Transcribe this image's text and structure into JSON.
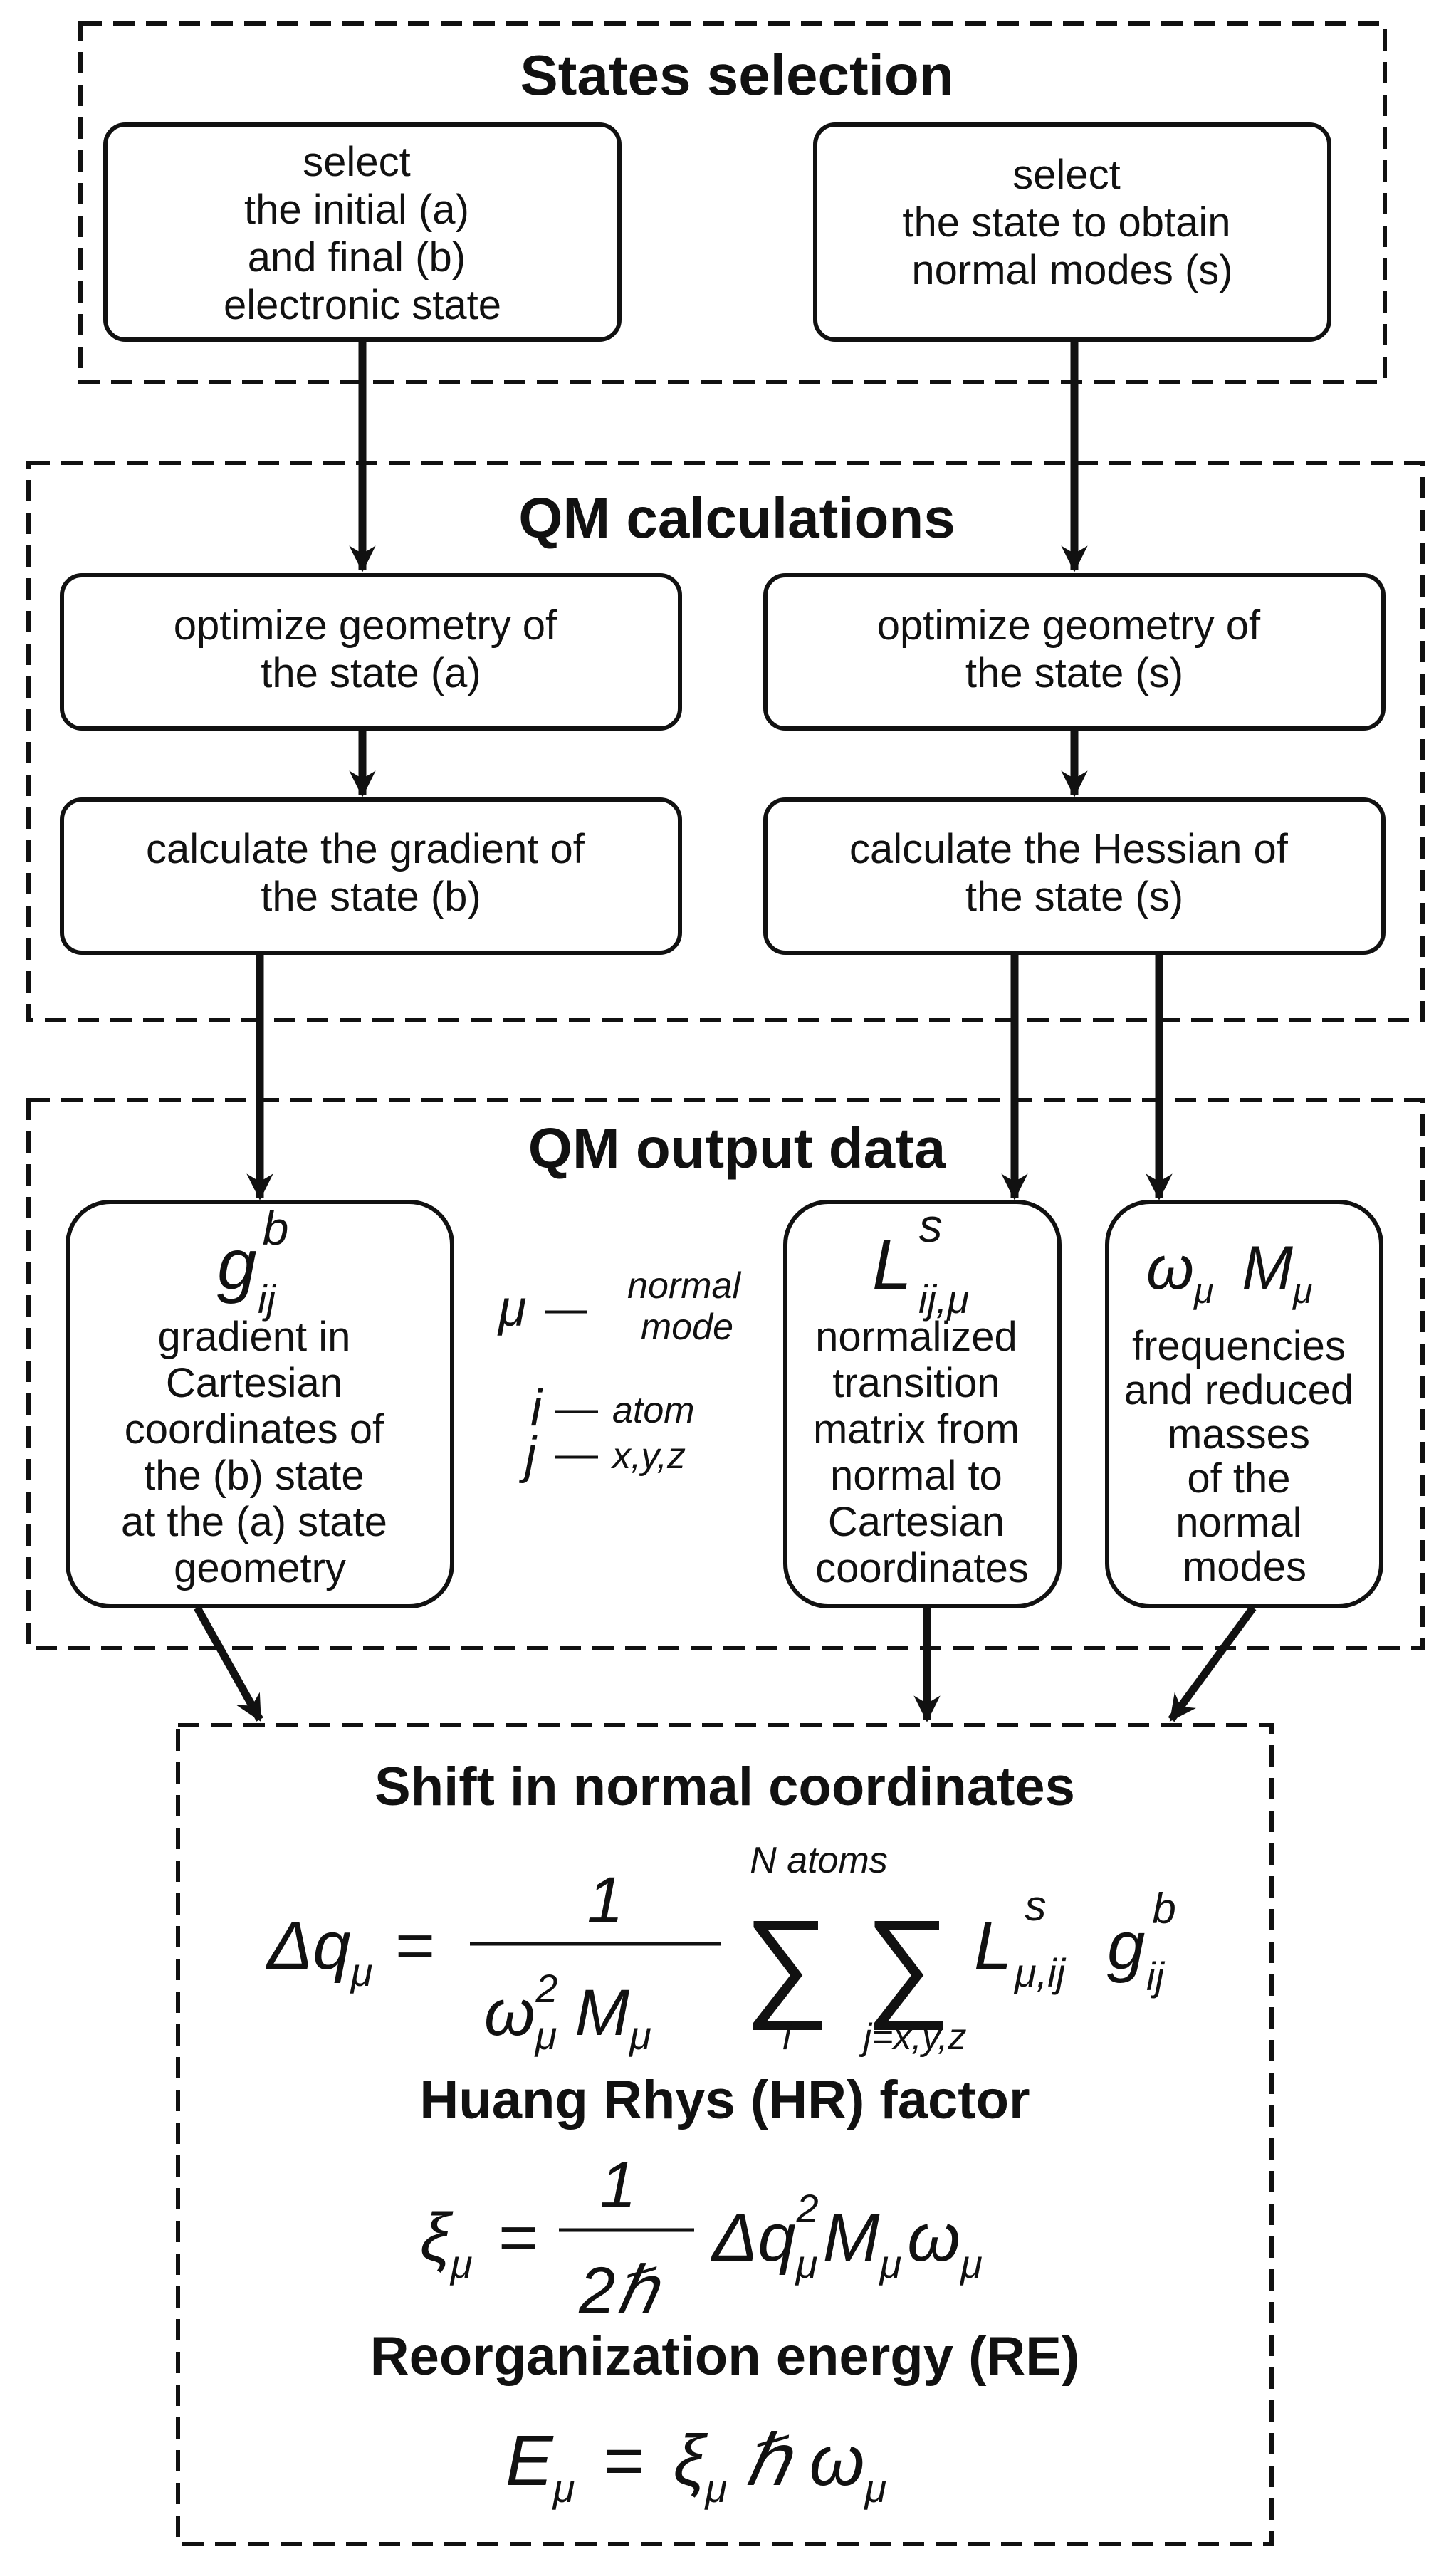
{
  "sections": {
    "states_selection": "States selection",
    "qm_calculations": "QM calculations",
    "qm_output_data": "QM output data",
    "shift": "Shift in normal coordinates",
    "hr_factor": "Huang Rhys (HR) factor",
    "reorg": "Reorganization energy (RE)"
  },
  "boxes": {
    "select_ab": [
      "select",
      "the initial (a)",
      "and final (b)",
      "electronic state"
    ],
    "select_s": [
      "select",
      "the state to obtain",
      "normal modes (s)"
    ],
    "opt_a": [
      "optimize geometry of",
      "the state (a)"
    ],
    "opt_s": [
      "optimize geometry of",
      "the state (s)"
    ],
    "grad_b": [
      "calculate the gradient of",
      "the state (b)"
    ],
    "hess_s": [
      "calculate the Hessian of",
      "the state (s)"
    ]
  },
  "outputs": {
    "gradient": {
      "symbol": "g",
      "sup": "b",
      "sub": "ij",
      "desc": [
        "gradient in",
        "Cartesian",
        "coordinates of",
        "the (b) state",
        "at the (a) state",
        "geometry"
      ]
    },
    "transition": {
      "symbol": "L",
      "sup": "s",
      "sub": "ij,μ",
      "desc": [
        "normalized",
        "transition",
        "matrix from",
        "normal to",
        "Cartesian",
        "coordinates"
      ]
    },
    "freq": {
      "symbol1": "ω",
      "sub1": "μ",
      "symbol2": "M",
      "sub2": "μ",
      "desc": [
        "frequencies",
        "and reduced",
        "masses",
        "of the",
        "normal",
        "modes"
      ]
    }
  },
  "legend": {
    "mu_symbol": "μ",
    "mu_dash": "—",
    "mu_text1": "normal",
    "mu_text2": "mode",
    "i_symbol": "i",
    "i_dash": "—",
    "i_text": "atom",
    "j_symbol": "j",
    "j_dash": "—",
    "j_text": "x,y,z"
  },
  "formulas": {
    "shift": {
      "lhs_delta": "Δq",
      "lhs_sub": "μ",
      "eq": "=",
      "num": "1",
      "den_omega": "ω",
      "den_omega_sub": "μ",
      "den_omega_sup": "2",
      "den_M": "M",
      "den_M_sub": "μ",
      "sum_symbol": "∑",
      "sum1_upper": "N atoms",
      "sum1_lower": "i",
      "sum2_lower": "j=x,y,z",
      "L": "L",
      "L_sup": "s",
      "L_sub": "μ,ij",
      "g": "g",
      "g_sup": "b",
      "g_sub": "ij"
    },
    "hr": {
      "xi": "ξ",
      "xi_sub": "μ",
      "eq": "=",
      "num": "1",
      "den": "2ℏ",
      "delta": "Δq",
      "delta_sub": "μ",
      "delta_sup": "2",
      "M": "M",
      "M_sub": "μ",
      "omega": "ω",
      "omega_sub": "μ"
    },
    "re": {
      "E": "E",
      "E_sub": "μ",
      "eq": "=",
      "xi": "ξ",
      "xi_sub": "μ",
      "hbar": "ℏ",
      "omega": "ω",
      "omega_sub": "μ"
    }
  }
}
